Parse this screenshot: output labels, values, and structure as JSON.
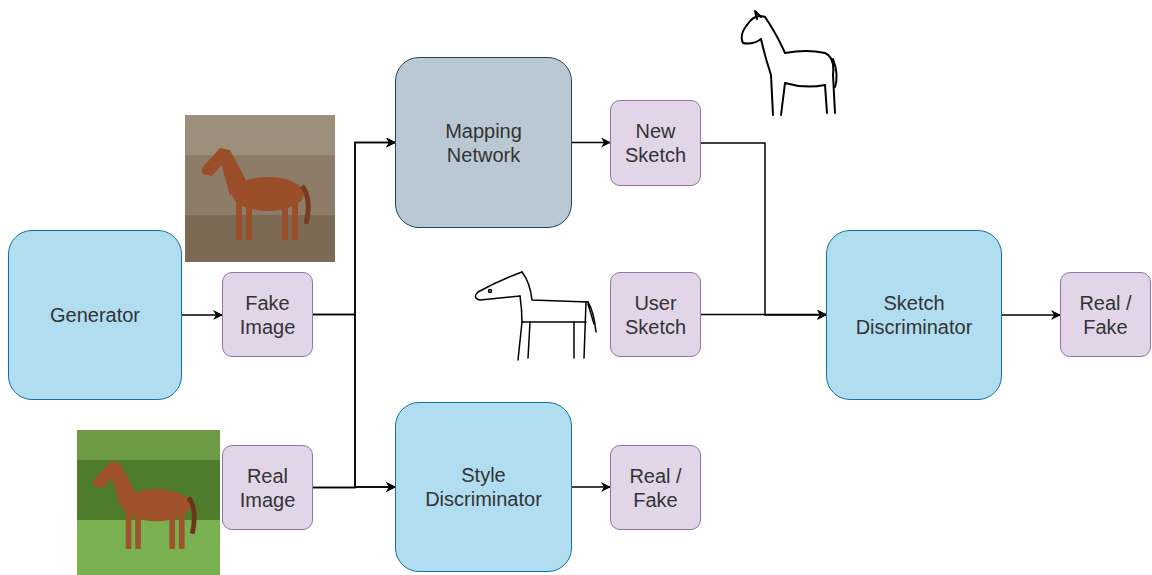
{
  "diagram": {
    "nodes": [
      {
        "text": [
          "Generator"
        ]
      },
      {
        "text": [
          "Fake Image"
        ]
      },
      {
        "text": [
          "Real Image"
        ]
      },
      {
        "text": [
          "Mapping Network"
        ]
      },
      {
        "text": [
          "New Sketch"
        ]
      },
      {
        "text": [
          "User Sketch"
        ]
      },
      {
        "text": [
          "Style Discriminator"
        ]
      },
      {
        "text": [
          "Real / Fake"
        ]
      },
      {
        "text": [
          "Sketch Discriminator"
        ]
      },
      {
        "text": [
          "Real / Fake"
        ]
      }
    ],
    "edges": [
      {
        "from": 0,
        "to": 1,
        "arrow": "to"
      },
      {
        "from": 1,
        "to": 3,
        "arrow": "to"
      },
      {
        "from": 1,
        "to": 6,
        "arrow": "to"
      },
      {
        "from": 2,
        "to": 3,
        "arrow": "to"
      },
      {
        "from": 2,
        "to": 6,
        "arrow": "to"
      },
      {
        "from": 3,
        "to": 4,
        "arrow": "to"
      },
      {
        "from": 4,
        "to": 8,
        "arrow": "to"
      },
      {
        "from": 5,
        "to": 8,
        "arrow": "to"
      },
      {
        "from": 6,
        "to": 7,
        "arrow": "to"
      },
      {
        "from": 8,
        "to": 9,
        "arrow": "to"
      }
    ]
  }
}
